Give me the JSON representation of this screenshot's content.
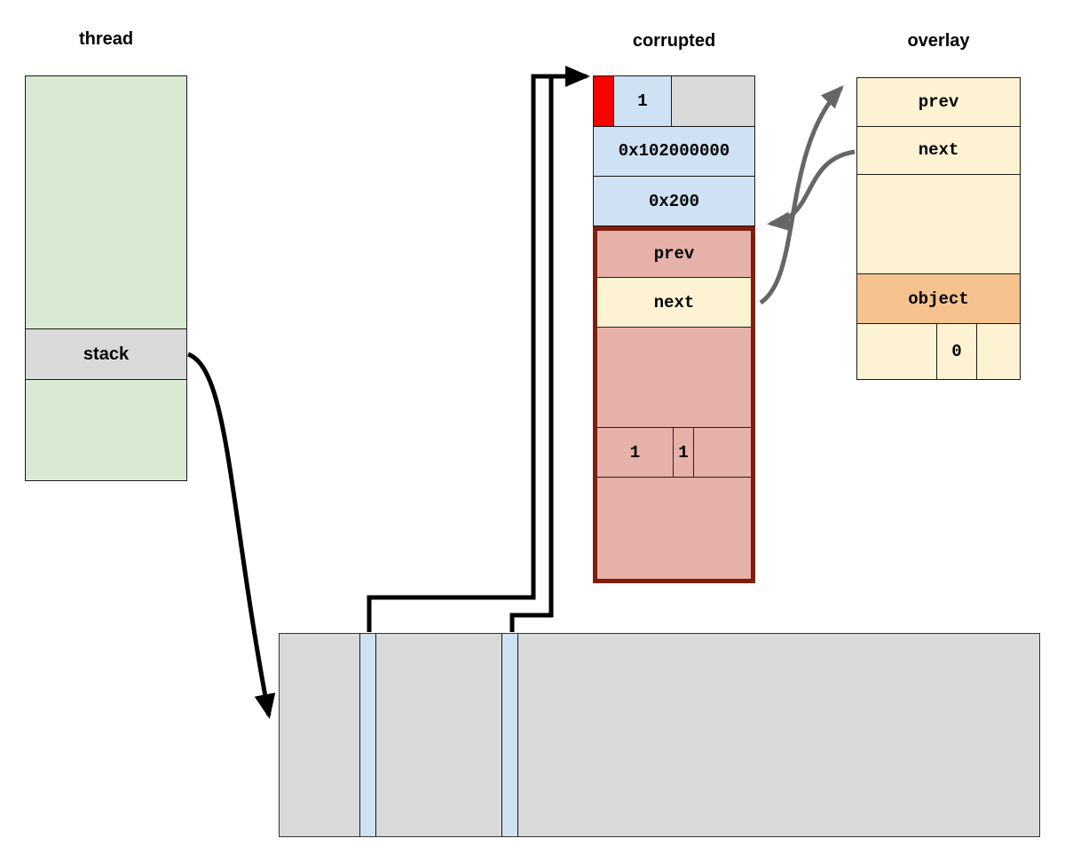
{
  "titles": {
    "thread": "thread",
    "corrupted": "corrupted",
    "overlay": "overlay"
  },
  "thread": {
    "stack": "stack"
  },
  "corrupted": {
    "flag": "1",
    "address1": "0x102000000",
    "address2": "0x200",
    "prev": "prev",
    "next": "next",
    "one_a": "1",
    "one_b": "1"
  },
  "overlay": {
    "prev": "prev",
    "next": "next",
    "object": "object",
    "zero": "0"
  },
  "colors": {
    "thread_green": "#d9ead3",
    "segment_gray": "#d9d9d9",
    "cell_blue": "#cfe2f3",
    "flag_red": "#ff0000",
    "freed_pink": "#e6b1a8",
    "freed_border_dark_red": "#7e1e0e",
    "overlay_cream": "#fdf3d2",
    "object_orange": "#f6c28e",
    "arrow_gray": "#666666",
    "arrow_black": "#000000"
  }
}
